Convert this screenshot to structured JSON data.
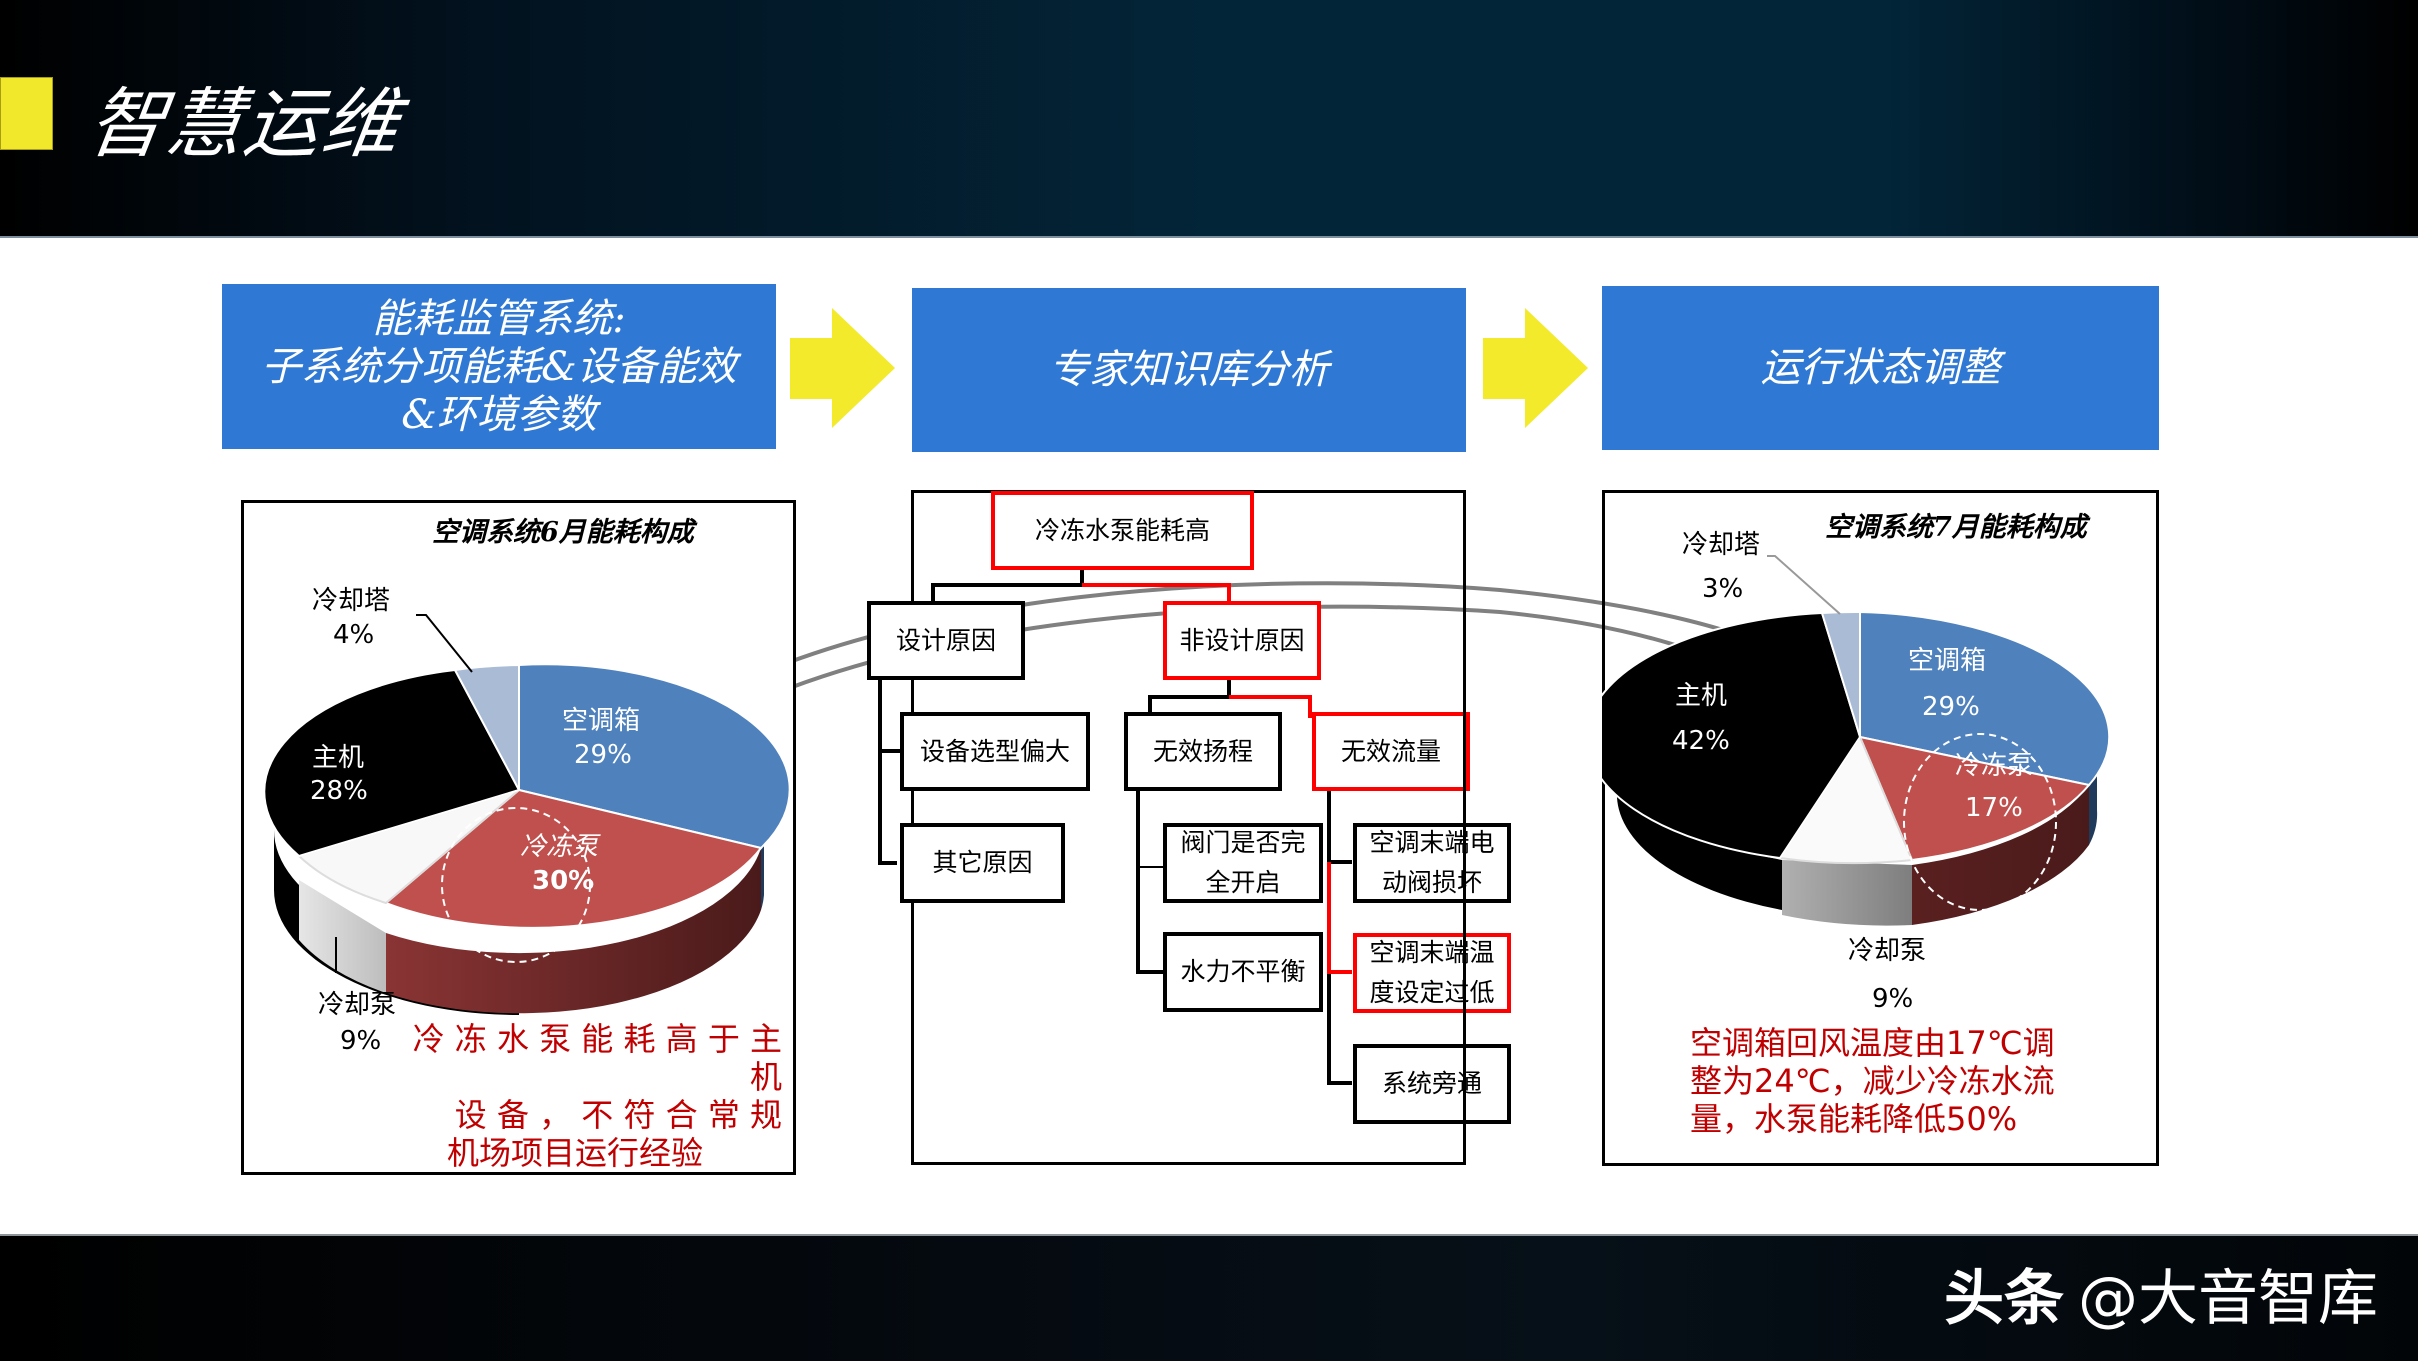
{
  "header": {
    "title": "智慧运维",
    "accent_color": "#f1e82c"
  },
  "flow": {
    "steps": [
      {
        "label": "能耗监管系统:\n子系统分项能耗&设备能效\n&环境参数"
      },
      {
        "label": "专家知识库分析"
      },
      {
        "label": "运行状态调整"
      }
    ],
    "step_color": "#2f79d5",
    "arrow_color": "#f2ea2b"
  },
  "left_chart": {
    "title": "空调系统6月能耗构成",
    "labels": {
      "ahu": "空调箱",
      "ahu_pct": "29%",
      "chiller": "主机",
      "chiller_pct": "28%",
      "chw_pump": "冷冻泵",
      "chw_pump_pct": "30%",
      "cw_pump": "冷却泵",
      "cw_pump_pct": "9%",
      "tower": "冷却塔",
      "tower_pct": "4%"
    },
    "note": "冷冻水泵能耗高于主机设备，不符合常规机场项目运行经验",
    "note_lines": [
      "冷 冻 水 泵 能 耗 高 于 主 机",
      "设 备 ， 不 符 合 常 规",
      "机场项目运行经验"
    ]
  },
  "tree": {
    "root": "冷冻水泵能耗高",
    "design": "设计原因",
    "non_design": "非设计原因",
    "oversize": "设备选型偏大",
    "other": "其它原因",
    "invalid_head": "无效扬程",
    "invalid_flow": "无效流量",
    "valve_open": "阀门是否完\n全开启",
    "hydraulic": "水力不平衡",
    "valve_broken": "空调末端电\n动阀损坏",
    "temp_low": "空调末端温\n度设定过低",
    "bypass": "系统旁通",
    "highlight_color": "#ff0000"
  },
  "right_chart": {
    "title": "空调系统7月能耗构成",
    "labels": {
      "ahu": "空调箱",
      "ahu_pct": "29%",
      "chiller": "主机",
      "chiller_pct": "42%",
      "chw_pump": "冷冻泵",
      "chw_pump_pct": "17%",
      "cw_pump": "冷却泵",
      "cw_pump_pct": "9%",
      "tower": "冷却塔",
      "tower_pct": "3%"
    },
    "note": "空调箱回风温度由17℃调整为24℃，减少冷冻水流量，水泵能耗降低50%",
    "note_lines": [
      "空调箱回风温度由17℃调",
      "整为24℃，减少冷冻水流",
      "量，水泵能耗降低50%"
    ]
  },
  "chart_data": [
    {
      "type": "pie",
      "title": "空调系统6月能耗构成",
      "categories": [
        "空调箱",
        "冷冻泵",
        "冷却泵",
        "主机",
        "冷却塔"
      ],
      "values": [
        29,
        30,
        9,
        28,
        4
      ],
      "colors": [
        "#4f81bd",
        "#c0504d",
        "#f8f8f8",
        "#000000",
        "#aabbd6"
      ]
    },
    {
      "type": "pie",
      "title": "空调系统7月能耗构成",
      "categories": [
        "空调箱",
        "冷冻泵",
        "冷却泵",
        "主机",
        "冷却塔"
      ],
      "values": [
        29,
        17,
        9,
        42,
        3
      ],
      "colors": [
        "#4f81bd",
        "#c0504d",
        "#f8f8f8",
        "#000000",
        "#aabbd6"
      ]
    }
  ],
  "footer": {
    "brand": "头条",
    "account": "@大音智库"
  }
}
